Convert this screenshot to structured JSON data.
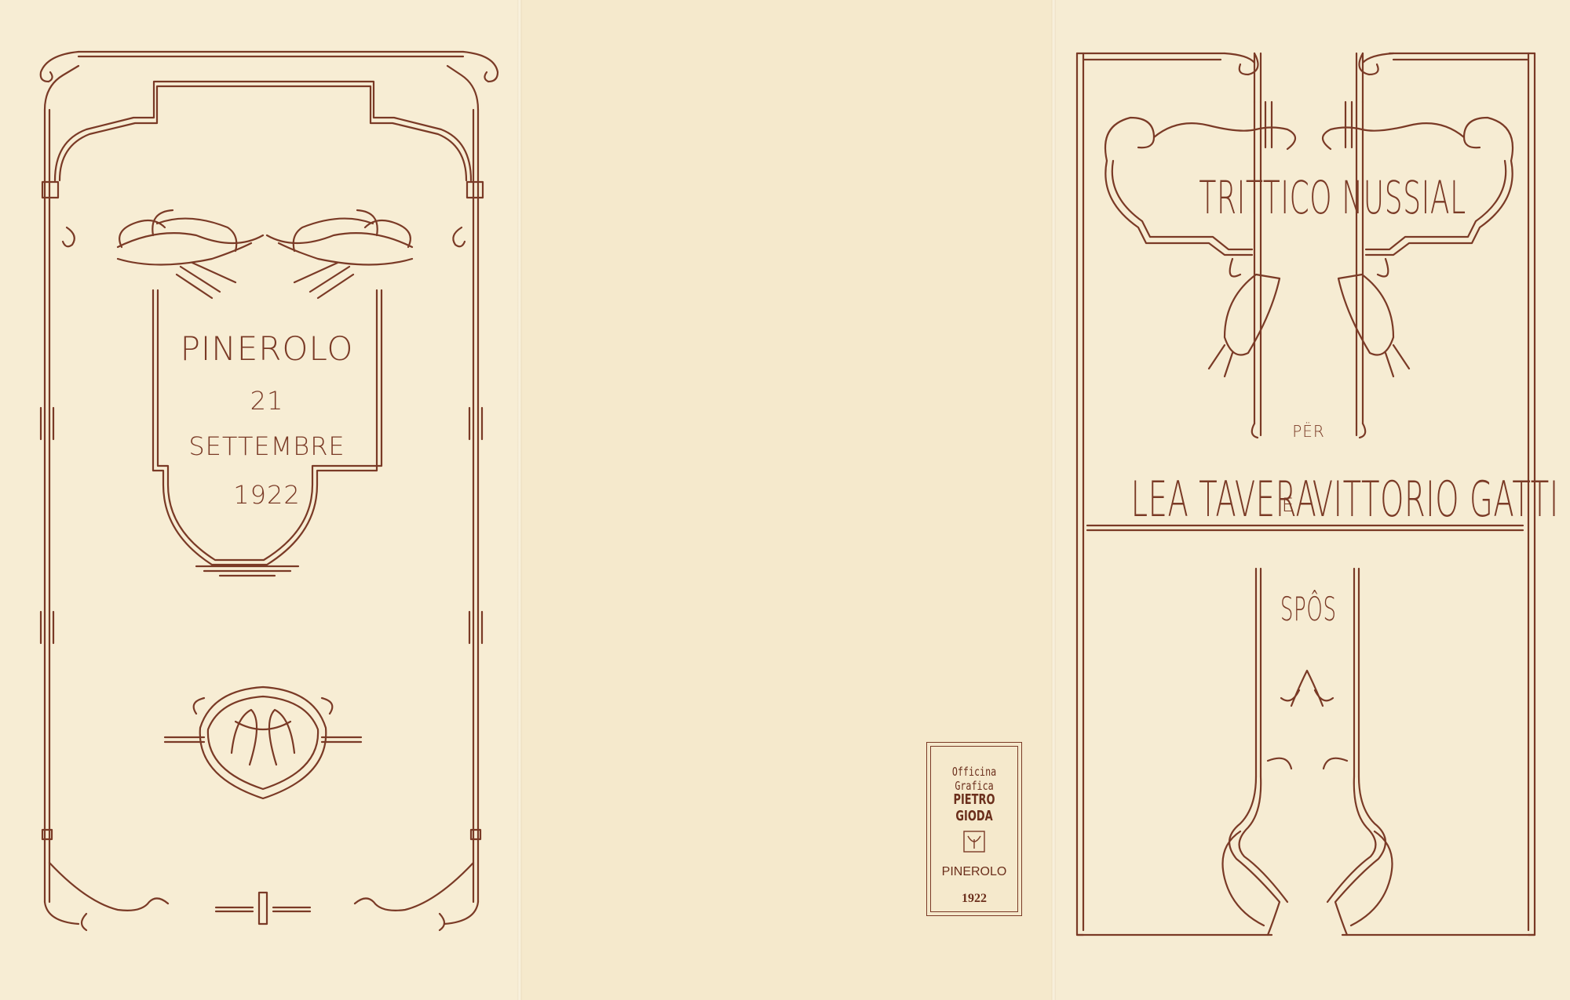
{
  "left_panel": {
    "place": "PINEROLO",
    "day": "21",
    "month": "SETTEMBRE",
    "year": "1922"
  },
  "imprint": {
    "line1": "Officina Grafica",
    "printer": "PIETRO GIODA",
    "city": "PINEROLO",
    "year": "1922"
  },
  "right_panel": {
    "title": "TRITTICO NUSSIAL",
    "per": "PËR",
    "names": "LEA TAVERA",
    "conjunction": "E",
    "names2": "VITTORIO GATTI",
    "subtitle": "SPÔS"
  },
  "colors": {
    "ink": "#7a3a26",
    "paper": "#f6ecd2"
  }
}
